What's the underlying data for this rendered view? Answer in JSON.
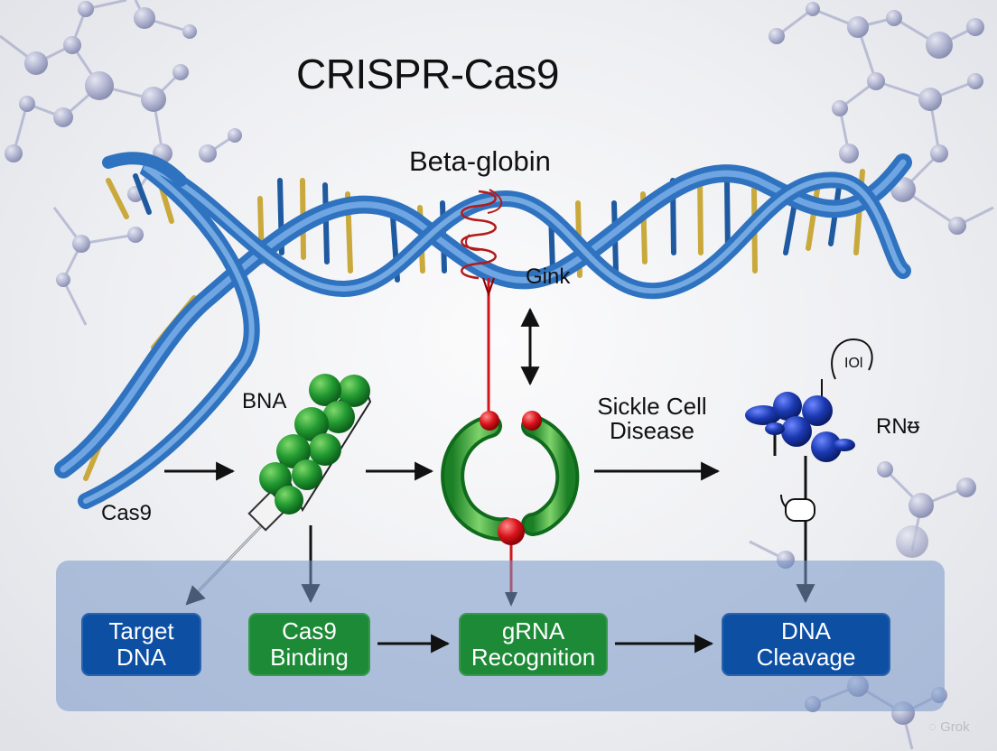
{
  "title": "CRISPR-Cas9",
  "labels": {
    "beta_globin": "Beta-globin",
    "gink": "Gink",
    "bna": "BNA",
    "cas9": "Cas9",
    "sickle_line1": "Sickle Cell",
    "sickle_line2": "Disease",
    "rna": "RNᵿ",
    "iol": "IOl"
  },
  "steps": [
    {
      "line1": "Target",
      "line2": "DNA"
    },
    {
      "line1": "Cas9",
      "line2": "Binding"
    },
    {
      "line1": "gRNA",
      "line2": "Recognition"
    },
    {
      "line1": "DNA",
      "line2": "Cleavage"
    }
  ],
  "watermark": "Grok",
  "colors": {
    "helix_blue": "#3f86d1",
    "base_gold": "#c9a93c",
    "base_blue": "#1f5aa0",
    "step_blue": "#0d4fa3",
    "step_green": "#1d8a37",
    "panel": "#7898c8",
    "cas_green": "#2b9c3a",
    "red_marker": "#d4151b",
    "protein_blue": "#1d3fb0"
  }
}
